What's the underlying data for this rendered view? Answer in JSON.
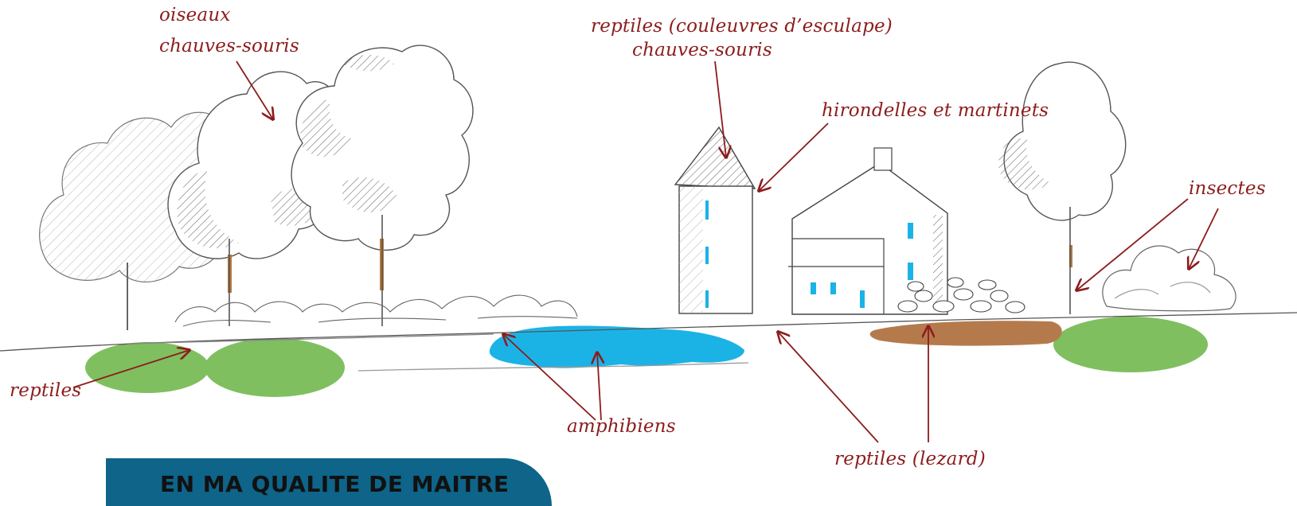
{
  "labels": {
    "birds": "oiseaux",
    "bats_trees": "chauves-souris",
    "reptiles_snakes": "reptiles (couleuvres d’esculape)",
    "bats_tower": "chauves-souris",
    "swallows": "hirondelles et martinets",
    "insects": "insectes",
    "reptiles_left": "reptiles",
    "amphibians": "amphibiens",
    "reptiles_lizard": "reptiles (lezard)"
  },
  "banner": {
    "text": "EN MA QUALITE DE MAITRE"
  },
  "colors": {
    "label": "#8c1c1c",
    "arrow": "#8c1c1c",
    "pond": "#1bb3e6",
    "grass": "#7fbf5f",
    "earth": "#b57a4c",
    "sketch": "#5a5a5a",
    "banner": "#0e6489"
  },
  "icons": {
    "arrows": "arrow-icon"
  }
}
